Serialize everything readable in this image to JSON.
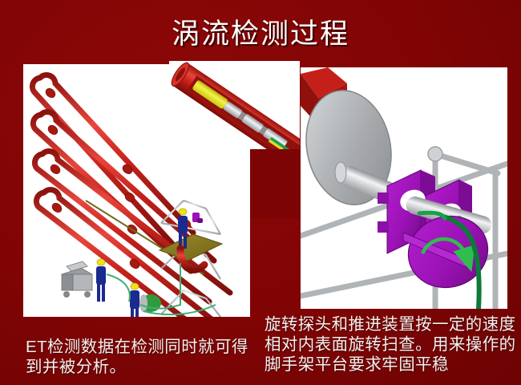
{
  "slide": {
    "title": "涡流检测过程",
    "background_color": "#8a0707",
    "title_color": "#ffffff"
  },
  "captions": {
    "left": "ET检测数据在检测同时就可得到并被分析。",
    "right": "旋转探头和推进装置按一定的速度相对内表面旋转扫查。用来操作的脚手架平台要求牢固平稳"
  },
  "figures": {
    "left_panel": {
      "name": "heat-exchanger-tube-bundle-illustration",
      "elements": [
        "U形换热管束",
        "管板支撑",
        "脚手架平台",
        "检测人员",
        "仪器推车",
        "绿色电缆"
      ],
      "colors": {
        "tube": "#c4221b",
        "tube_dark": "#8e1410",
        "worker_body": "#1b2a8f",
        "helmet": "#f2e117",
        "platform": "#8a7a22",
        "frame": "#b9bcbf",
        "cable": "#1f8a4c"
      }
    },
    "inset_panel": {
      "name": "probe-inside-tube-cutaway",
      "elements": [
        "管道剖视",
        "涡流探头",
        "柔性推进杆",
        "信号电缆"
      ],
      "colors": {
        "tube_outer": "#c21f18",
        "tube_inner": "#9c120d",
        "probe_body": "#e7e517",
        "probe_metal": "#cfd1d3",
        "cable_green": "#17a24a",
        "cable_yellow": "#e3e016"
      }
    },
    "right_panel": {
      "name": "rotating-probe-pusher-device",
      "elements": [
        "管板",
        "驱动轴",
        "紫色推进装置",
        "旋转滚筒",
        "旋转方向箭头",
        "脚手架框架",
        "绿色电缆"
      ],
      "colors": {
        "tubesheet": "#b3b6b9",
        "shaft": "#d2d5d7",
        "device_purple": "#9b12b5",
        "device_purple_dark": "#6f0a84",
        "arrow_green": "#2fbd4d",
        "cable_green": "#0d7a3a",
        "frame": "#bcc0c3",
        "tube_red": "#b51b14"
      }
    }
  }
}
